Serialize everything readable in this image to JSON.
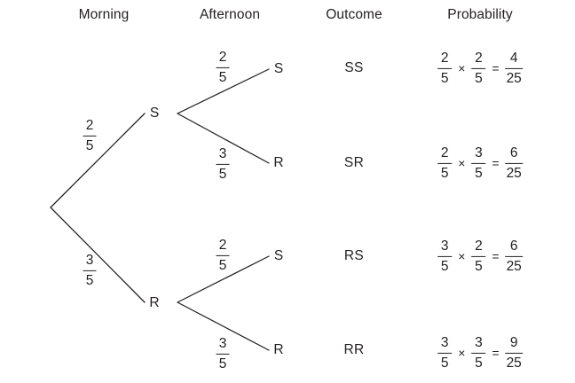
{
  "headers": [
    {
      "label": "Morning"
    },
    {
      "label": "Afternoon"
    },
    {
      "label": "Outcome"
    },
    {
      "label": "Probability"
    }
  ],
  "tree": {
    "root": {
      "label": ""
    },
    "level1": [
      {
        "node": "S",
        "prob_num": "2",
        "prob_den": "5"
      },
      {
        "node": "R",
        "prob_num": "3",
        "prob_den": "5"
      }
    ],
    "level2": [
      {
        "node": "S",
        "prob_num": "2",
        "prob_den": "5"
      },
      {
        "node": "R",
        "prob_num": "3",
        "prob_den": "5"
      },
      {
        "node": "S",
        "prob_num": "2",
        "prob_den": "5"
      },
      {
        "node": "R",
        "prob_num": "3",
        "prob_den": "5"
      }
    ]
  },
  "rows": [
    {
      "outcome": "SS",
      "first_num": "2",
      "first_den": "5",
      "times": "×",
      "second_num": "2",
      "second_den": "5",
      "equals": "=",
      "result_num": "4",
      "result_den": "25"
    },
    {
      "outcome": "SR",
      "first_num": "2",
      "first_den": "5",
      "times": "×",
      "second_num": "3",
      "second_den": "5",
      "equals": "=",
      "result_num": "6",
      "result_den": "25"
    },
    {
      "outcome": "RS",
      "first_num": "3",
      "first_den": "5",
      "times": "×",
      "second_num": "2",
      "second_den": "5",
      "equals": "=",
      "result_num": "6",
      "result_den": "25"
    },
    {
      "outcome": "RR",
      "first_num": "3",
      "first_den": "5",
      "times": "×",
      "second_num": "3",
      "second_den": "5",
      "equals": "=",
      "result_num": "9",
      "result_den": "25"
    }
  ],
  "colors": {
    "ink": "#231f20",
    "background": "#ffffff"
  },
  "chart_data": {
    "type": "tree-diagram",
    "title": "",
    "columns": [
      "Morning",
      "Afternoon",
      "Outcome",
      "Probability"
    ],
    "stages": [
      {
        "name": "Morning",
        "branches": [
          {
            "label": "S",
            "probability": "2/5"
          },
          {
            "label": "R",
            "probability": "3/5"
          }
        ]
      },
      {
        "name": "Afternoon",
        "branches": [
          {
            "parent": "S",
            "label": "S",
            "probability": "2/5"
          },
          {
            "parent": "S",
            "label": "R",
            "probability": "3/5"
          },
          {
            "parent": "R",
            "label": "S",
            "probability": "2/5"
          },
          {
            "parent": "R",
            "label": "R",
            "probability": "3/5"
          }
        ]
      }
    ],
    "outcomes": [
      {
        "outcome": "SS",
        "expression": "2/5 × 2/5 = 4/25",
        "value": 0.16
      },
      {
        "outcome": "SR",
        "expression": "2/5 × 3/5 = 6/25",
        "value": 0.24
      },
      {
        "outcome": "RS",
        "expression": "3/5 × 2/5 = 6/25",
        "value": 0.24
      },
      {
        "outcome": "RR",
        "expression": "3/5 × 3/5 = 9/25",
        "value": 0.36
      }
    ]
  }
}
